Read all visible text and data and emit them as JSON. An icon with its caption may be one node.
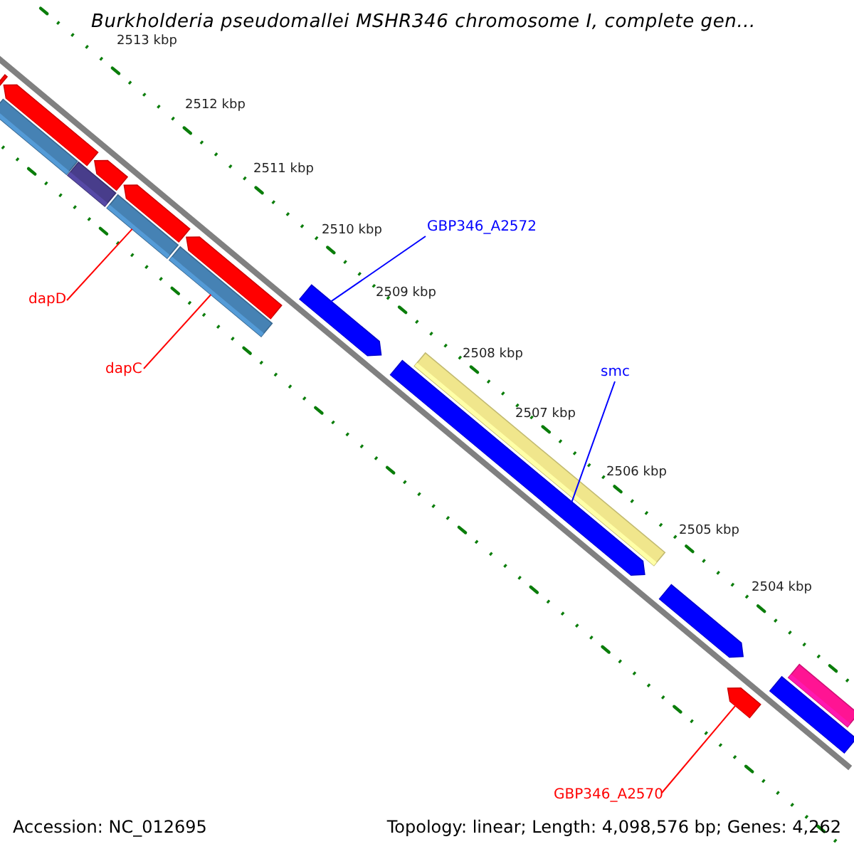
{
  "diagram": {
    "title": "Burkholderia pseudomallei MSHR346 chromosome I, complete gen...",
    "nodes": [
      {
        "text": [
          "dapD"
        ]
      },
      {
        "text": [
          "dapC"
        ]
      },
      {
        "text": [
          "GBP346_A2572"
        ]
      },
      {
        "text": [
          "smc"
        ]
      },
      {
        "text": [
          "GBP346_A2570"
        ]
      },
      {
        "text": [],
        "shape": "arrow"
      },
      {
        "text": [],
        "shape": "arrow"
      },
      {
        "text": [],
        "shape": "arrow"
      },
      {
        "text": [],
        "shape": "arrow"
      },
      {
        "text": [],
        "shape": "arrow"
      },
      {
        "text": [],
        "shape": "arrow"
      },
      {
        "text": [],
        "shape": "arrow"
      },
      {
        "text": [],
        "shape": "arrow"
      },
      {
        "text": [],
        "shape": "arrow"
      },
      {
        "text": [],
        "shape": "arrow"
      },
      {
        "text": [],
        "shape": "arrow"
      },
      {
        "text": [],
        "shape": "arrow"
      },
      {
        "text": [],
        "shape": "arrow"
      },
      {
        "text": [],
        "shape": "arrow"
      },
      {
        "text": [],
        "shape": "arrow"
      },
      {
        "text": [],
        "shape": "arrow"
      }
    ],
    "edges": [
      {
        "from": 0,
        "to": 11,
        "arrow": "none"
      },
      {
        "from": 1,
        "to": 13,
        "arrow": "none"
      },
      {
        "from": 2,
        "to": 14,
        "arrow": "none",
        "color": "#0000ff"
      },
      {
        "from": 3,
        "to": 15,
        "arrow": "none",
        "color": "#0000ff"
      },
      {
        "from": 4,
        "to": 18,
        "arrow": "none"
      }
    ],
    "labels": [
      "2513 kbp",
      "2512 kbp",
      "2511 kbp",
      "2510 kbp",
      "2509 kbp",
      "2508 kbp",
      "2507 kbp",
      "2506 kbp",
      "2505 kbp",
      "2504 kbp",
      "Accession: NC_012695",
      "Topology: linear; Length: 4,098,576 bp; Genes: 4,262"
    ]
  }
}
